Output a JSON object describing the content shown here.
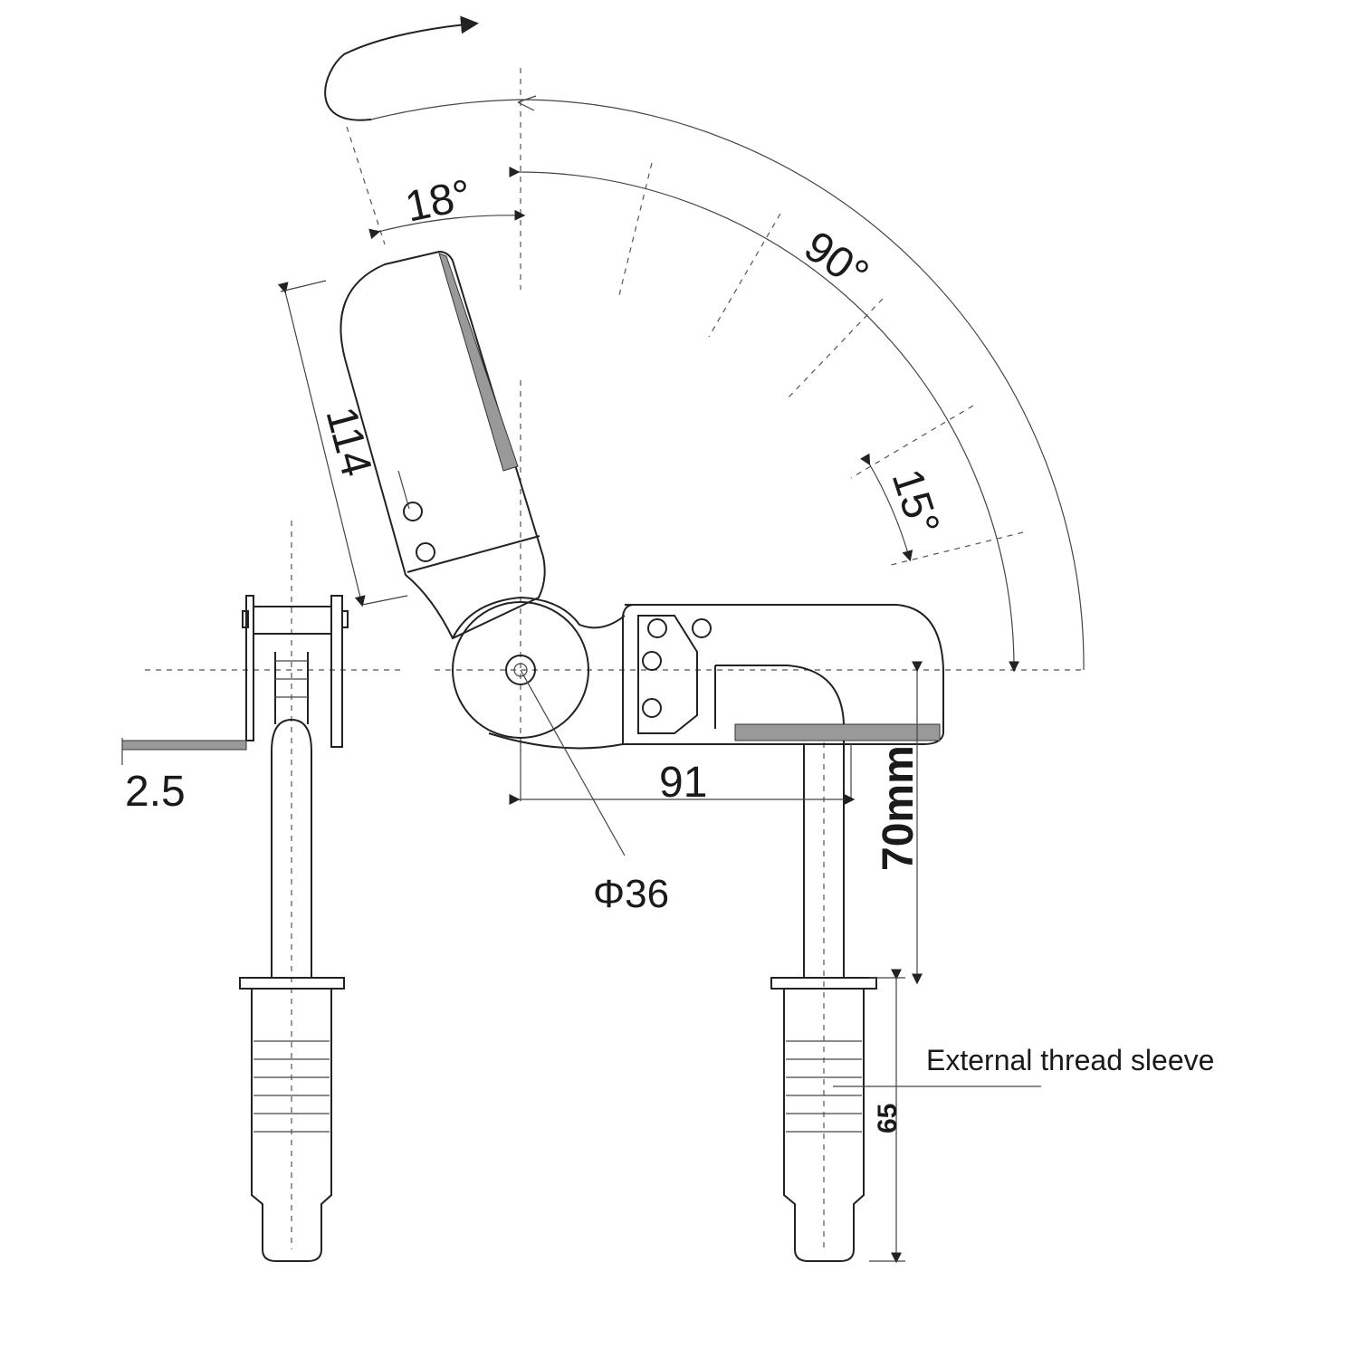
{
  "labels": {
    "angle_top": "18°",
    "angle_main": "90°",
    "angle_side": "15°",
    "length_arm": "114",
    "thickness": "2.5",
    "width_base": "91",
    "diameter": "Φ36",
    "height_post": "70mm",
    "sleeve_length": "65",
    "sleeve_caption": "External thread sleeve"
  },
  "colors": {
    "line": "#222222",
    "hatch": "#999999",
    "background": "#ffffff"
  }
}
